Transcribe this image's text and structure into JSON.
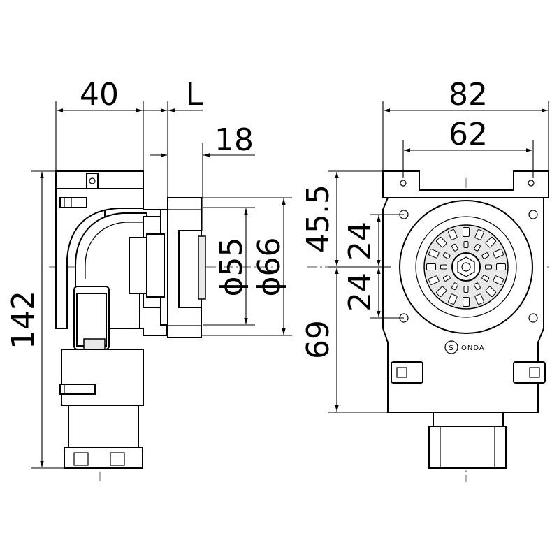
{
  "side_view": {
    "dimensions": {
      "depth": "40",
      "length": "L",
      "thread": "18",
      "height": "142",
      "diameter_inner": "ϕ55",
      "diameter_outer": "ϕ66"
    }
  },
  "front_view": {
    "dimensions": {
      "width_outer": "82",
      "width_inner": "62",
      "upper_height": "45.5",
      "lower_height": "69",
      "hole_upper": "24",
      "hole_lower": "24"
    },
    "logo_text": "ONDA",
    "logo_mark": "S"
  }
}
